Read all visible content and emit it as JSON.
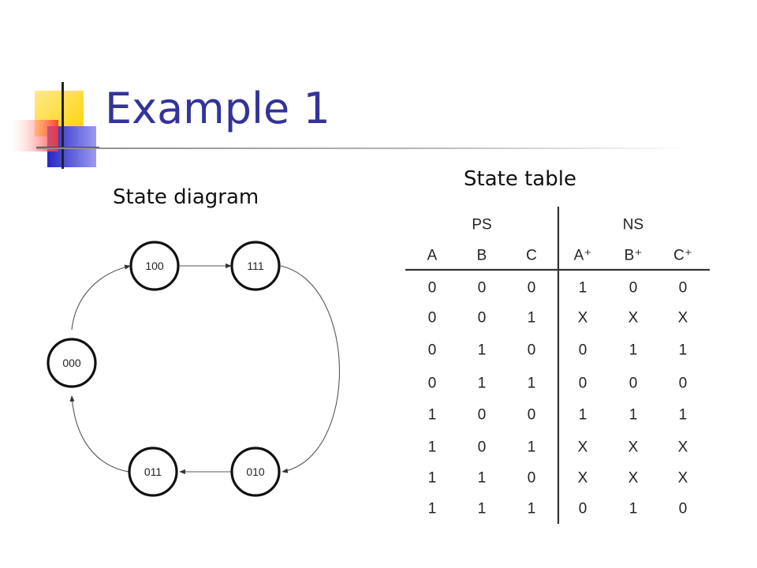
{
  "slide": {
    "title": "Example 1",
    "diagram_label": "State diagram",
    "table_label": "State table"
  },
  "colors": {
    "title": "#33339a",
    "logo_yellow": "#ffd700",
    "logo_blue": "#3b3bd6",
    "logo_red": "#ff4040"
  },
  "diagram": {
    "states": [
      "100",
      "111",
      "000",
      "011",
      "010"
    ]
  },
  "table": {
    "groups": [
      "PS",
      "NS"
    ],
    "columns": [
      "A",
      "B",
      "C",
      "A⁺",
      "B⁺",
      "C⁺"
    ],
    "rows": [
      [
        "0",
        "0",
        "0",
        "1",
        "0",
        "0"
      ],
      [
        "0",
        "0",
        "1",
        "X",
        "X",
        "X"
      ],
      [
        "0",
        "1",
        "0",
        "0",
        "1",
        "1"
      ],
      [
        "0",
        "1",
        "1",
        "0",
        "0",
        "0"
      ],
      [
        "1",
        "0",
        "0",
        "1",
        "1",
        "1"
      ],
      [
        "1",
        "0",
        "1",
        "X",
        "X",
        "X"
      ],
      [
        "1",
        "1",
        "0",
        "X",
        "X",
        "X"
      ],
      [
        "1",
        "1",
        "1",
        "0",
        "1",
        "0"
      ]
    ]
  }
}
